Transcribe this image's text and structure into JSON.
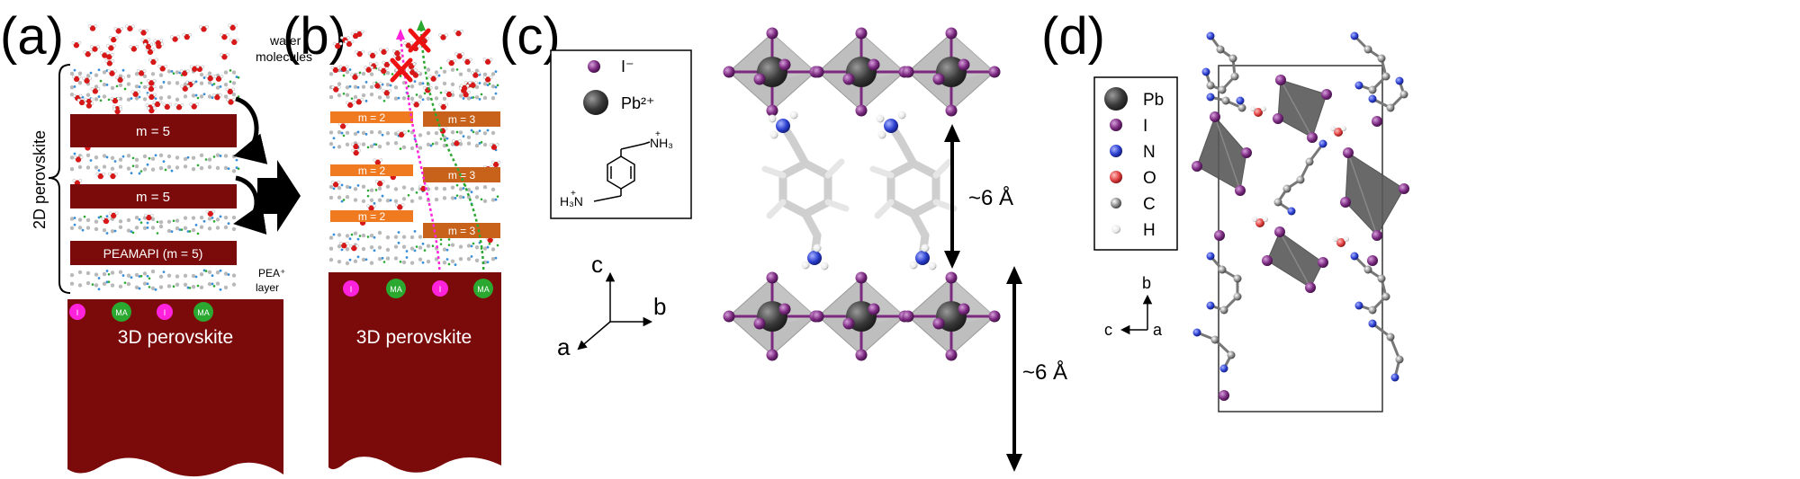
{
  "panels": {
    "a": {
      "letter": "(a)",
      "water_label_1": "water",
      "water_label_2": "molecules",
      "side_label": "2D perovskite",
      "bars": [
        "m = 5",
        "m = 5",
        "PEAMAPI (m = 5)"
      ],
      "pea_label_1": "PEA⁺",
      "pea_label_2": "layer",
      "ions": [
        "I",
        "MA",
        "I",
        "MA"
      ],
      "base_label": "3D perovskite"
    },
    "b": {
      "letter": "(b)",
      "bars_left": [
        "m = 2",
        "m = 2",
        "m = 2"
      ],
      "bars_right": [
        "m = 3",
        "m = 3",
        "m = 3"
      ],
      "ions": [
        "I",
        "MA",
        "I",
        "MA"
      ],
      "base_label": "3D perovskite"
    },
    "c": {
      "letter": "(c)",
      "legend_iodide": "I⁻",
      "legend_lead": "Pb²⁺",
      "legend_nh3_top": "NH₃",
      "legend_nh3_bottom": "H₃N",
      "axis_c": "c",
      "axis_a": "a",
      "axis_b": "b",
      "distance_1": "~6 Å",
      "distance_2": "~6 Å"
    },
    "d": {
      "letter": "(d)",
      "legend": [
        {
          "label": "Pb",
          "color": "#3a3a3a"
        },
        {
          "label": "I",
          "color": "#7b2a80"
        },
        {
          "label": "N",
          "color": "#2c3fd0"
        },
        {
          "label": "O",
          "color": "#e04040"
        },
        {
          "label": "C",
          "color": "#8a8a8a"
        },
        {
          "label": "H",
          "color": "#e8e8e8"
        }
      ],
      "axis_b": "b",
      "axis_c": "c",
      "axis_a": "a"
    }
  },
  "colors": {
    "dark_red": "#7b0a0a",
    "orange": "#f07a20",
    "brown_orange": "#c8621a",
    "magenta": "#ff22dd",
    "green": "#2aa830",
    "iodine": "#7b2a80",
    "lead": "#3a3a3a"
  }
}
